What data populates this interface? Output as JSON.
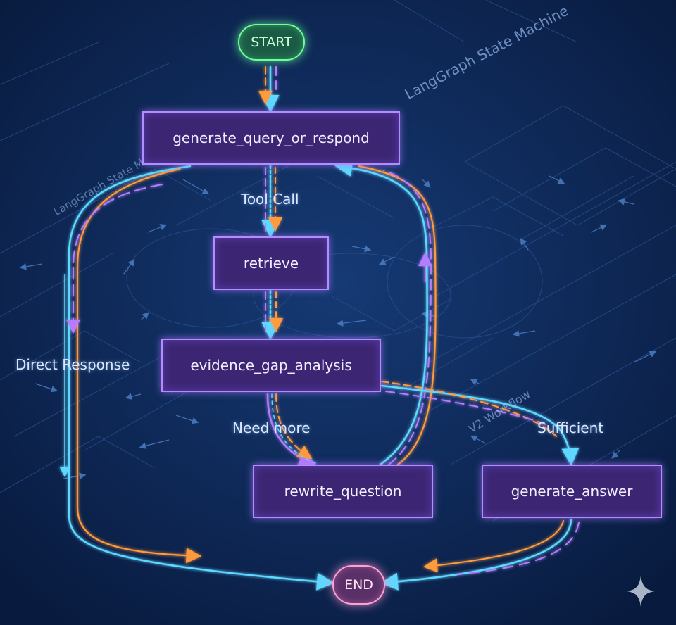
{
  "nodes": {
    "start": "START",
    "generate_query_or_respond": "generate_query_or_respond",
    "retrieve": "retrieve",
    "evidence_gap_analysis": "evidence_gap_analysis",
    "rewrite_question": "rewrite_question",
    "generate_answer": "generate_answer",
    "end": "END"
  },
  "edges": {
    "tool_call": "Tool Call",
    "direct_response": "Direct Response",
    "need_more": "Need more",
    "sufficient": "Sufficient"
  },
  "watermarks": {
    "state_machine_top": "LangGraph State Machine",
    "state_machine_left": "LangGraph State Machine",
    "workflow": "V2 Workflow"
  },
  "colors": {
    "background": "#0c2553",
    "node_fill": "#3c2673",
    "node_border": "#b48cff",
    "edge_cyan": "#5fd8ff",
    "edge_orange": "#ff9a3c",
    "edge_violet": "#b47cff",
    "start": "#6dff9a",
    "end": "#ff9fd4"
  },
  "icons": [
    "sparkle-icon"
  ]
}
